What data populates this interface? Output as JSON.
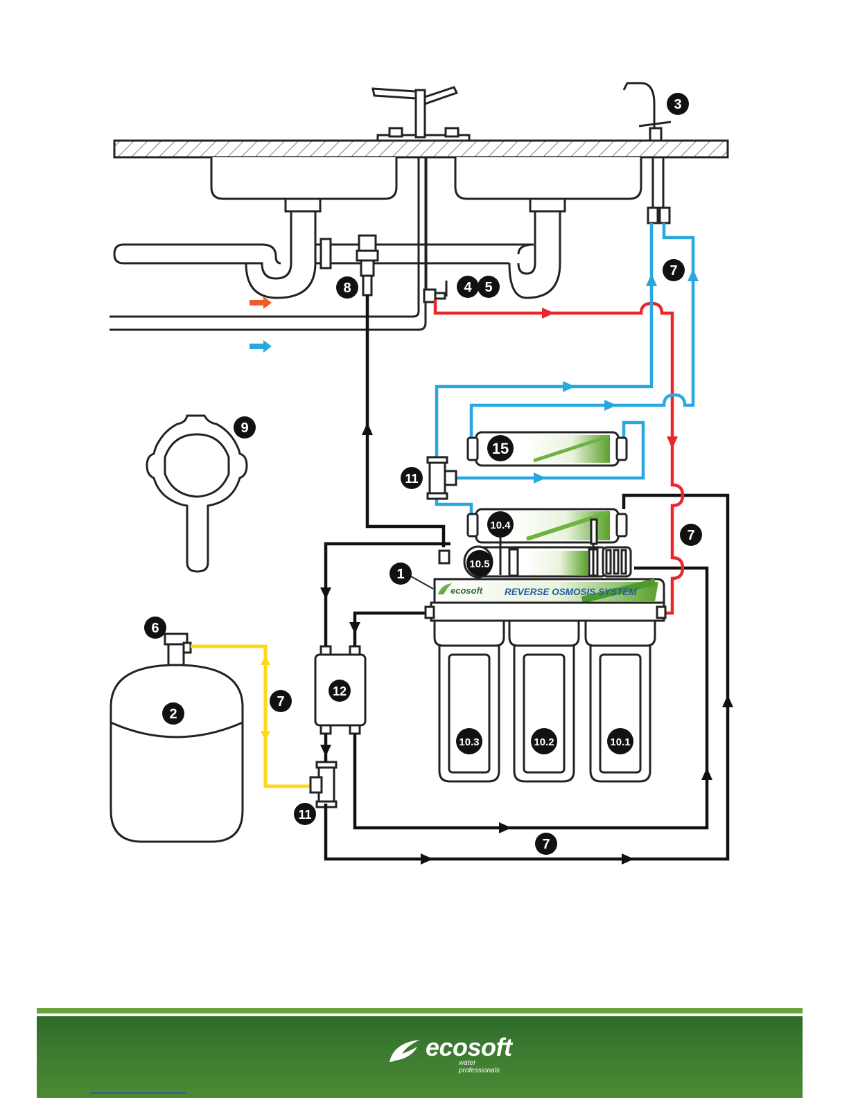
{
  "colors": {
    "cold_water": "#29a8e0",
    "hot_water": "#f05a28",
    "feed_line": "#e8262c",
    "tank_line": "#ffd81a",
    "drain_line": "#111111",
    "brand_green": "#3b7a30",
    "stripe_green": "#6aa33a"
  },
  "callouts": [
    {
      "id": "c1",
      "text": "1"
    },
    {
      "id": "c2",
      "text": "2"
    },
    {
      "id": "c3",
      "text": "3"
    },
    {
      "id": "c4",
      "text": "4"
    },
    {
      "id": "c5",
      "text": "5"
    },
    {
      "id": "c6",
      "text": "6"
    },
    {
      "id": "c7a",
      "text": "7"
    },
    {
      "id": "c7b",
      "text": "7"
    },
    {
      "id": "c7c",
      "text": "7"
    },
    {
      "id": "c7d",
      "text": "7"
    },
    {
      "id": "c8",
      "text": "8"
    },
    {
      "id": "c9",
      "text": "9"
    },
    {
      "id": "c11a",
      "text": "11"
    },
    {
      "id": "c11b",
      "text": "11"
    },
    {
      "id": "c12",
      "text": "12"
    },
    {
      "id": "c15",
      "text": "15"
    },
    {
      "id": "c104",
      "text": "10.4"
    },
    {
      "id": "c105",
      "text": "10.5"
    },
    {
      "id": "c101",
      "text": "10.1"
    },
    {
      "id": "c102",
      "text": "10.2"
    },
    {
      "id": "c103",
      "text": "10.3"
    }
  ],
  "system_panel": {
    "brand": "ecosoft",
    "title": "REVERSE OSMOSIS SYSTEM"
  },
  "footer": {
    "brand": "ecosoft",
    "tagline": "water professionals"
  }
}
